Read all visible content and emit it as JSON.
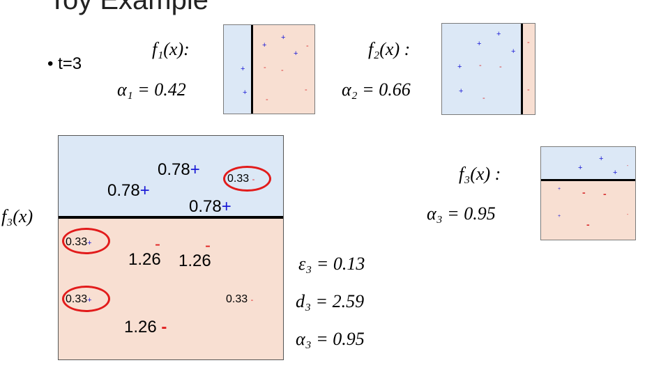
{
  "slide": {
    "title": "Toy Example",
    "bullet": "• t=3"
  },
  "top_left_panel": {
    "func_label": "f₁(x):",
    "alpha_label": "α₁ = 0.42",
    "markers": [
      "+",
      "+",
      "+",
      "+",
      "+",
      "-",
      "-",
      "-",
      "-",
      "-"
    ]
  },
  "top_right_panel": {
    "func_label": "f₂(x) :",
    "alpha_label": "α₂ = 0.66",
    "markers": [
      "+",
      "+",
      "+",
      "+",
      "+",
      "-",
      "-",
      "-",
      "-",
      "-"
    ]
  },
  "main_panel": {
    "func_label": "f₃(x)",
    "weights": [
      {
        "value": "0.78",
        "sign": "+"
      },
      {
        "value": "0.78",
        "sign": "+"
      },
      {
        "value": "0.78",
        "sign": "+"
      },
      {
        "value": "0.33",
        "sign": "-"
      },
      {
        "value": "0.33",
        "sign": "+"
      },
      {
        "value": "1.26",
        "sign": "-"
      },
      {
        "value": "1.26",
        "sign": "-"
      },
      {
        "value": "0.33",
        "sign": "+"
      },
      {
        "value": "0.33",
        "sign": "-"
      },
      {
        "value": "1.26",
        "sign": "-"
      }
    ]
  },
  "stats": {
    "epsilon": "ε₃ = 0.13",
    "d": "d₃ = 2.59",
    "alpha": "α₃ = 0.95"
  },
  "bottom_right_panel": {
    "func_label": "f₃(x) :",
    "alpha_label": "α₃ = 0.95"
  },
  "colors": {
    "positive_region": "#dce8f6",
    "negative_region": "#f8dfd2",
    "plus": "#1a1ad6",
    "minus": "#e02020",
    "circle": "#e21b1b"
  }
}
